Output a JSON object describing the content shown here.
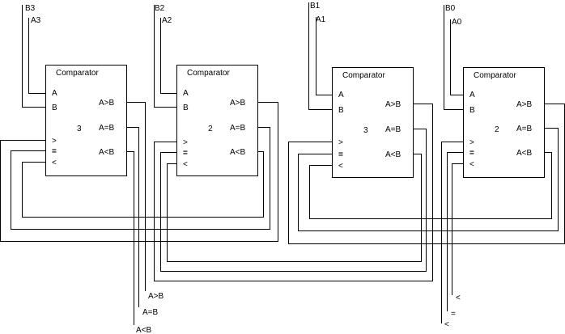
{
  "comparators": [
    {
      "title": "Comparator",
      "number": "3",
      "in_a": "A",
      "in_b": "B",
      "out_gt": "A>B",
      "out_eq": "A=B",
      "out_lt": "A<B",
      "cas_gt": ">",
      "cas_eq": "=",
      "cas_lt": "<",
      "label_a": "A3",
      "label_b": "B3"
    },
    {
      "title": "Comparator",
      "number": "2",
      "in_a": "A",
      "in_b": "B",
      "out_gt": "A>B",
      "out_eq": "A=B",
      "out_lt": "A<B",
      "cas_gt": ">",
      "cas_eq": "=",
      "cas_lt": "<",
      "label_a": "A2",
      "label_b": "B2"
    },
    {
      "title": "Comparator",
      "number": "3",
      "in_a": "A",
      "in_b": "B",
      "out_gt": "A>B",
      "out_eq": "A=B",
      "out_lt": "A<B",
      "cas_gt": ">",
      "cas_eq": "=",
      "cas_lt": "<",
      "label_a": "A1",
      "label_b": "B1"
    },
    {
      "title": "Comparator",
      "number": "2",
      "in_a": "A",
      "in_b": "B",
      "out_gt": "A>B",
      "out_eq": "A=B",
      "out_lt": "A<B",
      "cas_gt": ">",
      "cas_eq": "=",
      "cas_lt": "<",
      "label_a": "A0",
      "label_b": "B0"
    }
  ],
  "final_outputs": {
    "gt": "A>B",
    "eq": "A=B",
    "lt": "A<B"
  },
  "cascade_inputs": {
    "lt": "<",
    "eq": "=",
    "gt": "<"
  }
}
